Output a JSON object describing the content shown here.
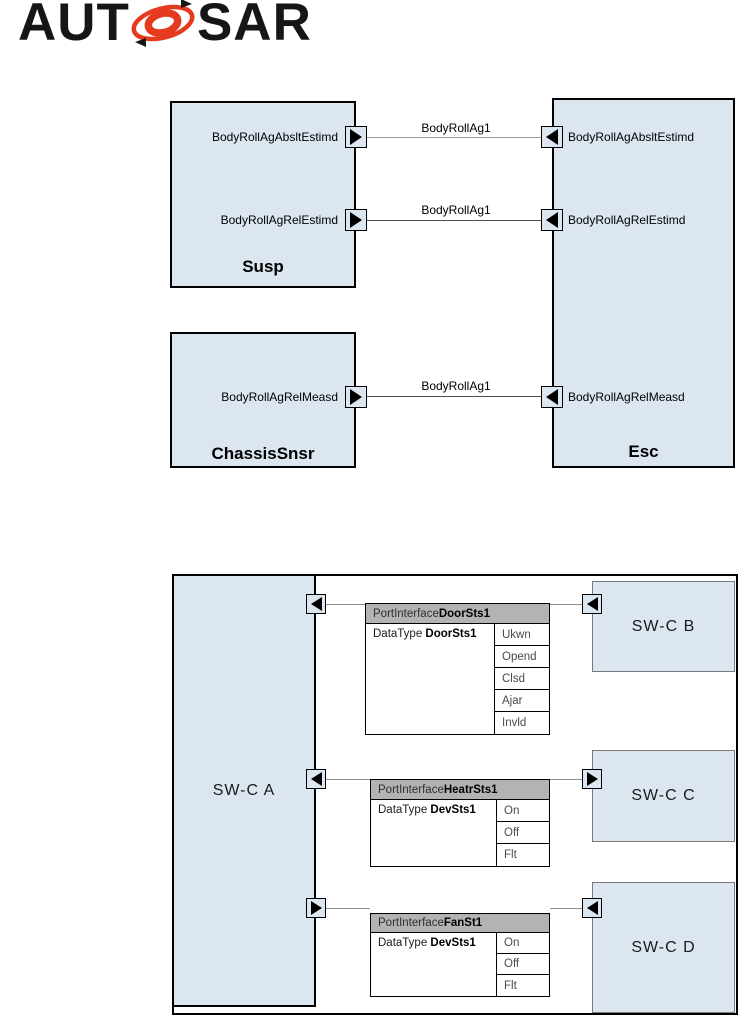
{
  "logo": {
    "left_text": "AUT",
    "right_text": "SAR",
    "o_icon": "autosar-swirl-o",
    "red": "#e63a1f",
    "black": "#161616"
  },
  "colors": {
    "component_fill": "#dce6f1",
    "table_header_fill": "#b3b3b3",
    "border_black": "#000000",
    "border_gray": "#7a7a7a",
    "connector_gray": "#8c8c8c"
  },
  "top_diagram": {
    "components": {
      "susp": {
        "label": "Susp",
        "ports": [
          {
            "label": "BodyRollAgAbsltEstimd",
            "direction": "provide"
          },
          {
            "label": "BodyRollAgRelEstimd",
            "direction": "provide"
          }
        ]
      },
      "chassis": {
        "label": "ChassisSnsr",
        "ports": [
          {
            "label": "BodyRollAgRelMeasd",
            "direction": "provide"
          }
        ]
      },
      "esc": {
        "label": "Esc",
        "ports": [
          {
            "label": "BodyRollAgAbsltEstimd",
            "direction": "require"
          },
          {
            "label": "BodyRollAgRelEstimd",
            "direction": "require"
          },
          {
            "label": "BodyRollAgRelMeasd",
            "direction": "require"
          }
        ]
      }
    },
    "connections": [
      {
        "label": "BodyRollAg1"
      },
      {
        "label": "BodyRollAg1"
      },
      {
        "label": "BodyRollAg1"
      }
    ]
  },
  "bottom_diagram": {
    "components": {
      "a": {
        "label": "SW-C A"
      },
      "b": {
        "label": "SW-C B"
      },
      "c": {
        "label": "SW-C C"
      },
      "d": {
        "label": "SW-C D"
      }
    },
    "interfaces": [
      {
        "title_prefix": "PortInterface ",
        "title_name": "DoorSts1",
        "datatype_prefix": "DataType ",
        "datatype_name": "DoorSts1",
        "values": [
          "Ukwn",
          "Opend",
          "Clsd",
          "Ajar",
          "Invld"
        ]
      },
      {
        "title_prefix": "PortInterface ",
        "title_name": "HeatrSts1",
        "datatype_prefix": "DataType ",
        "datatype_name": "DevSts1",
        "values": [
          "On",
          "Off",
          "Flt"
        ]
      },
      {
        "title_prefix": "PortInterface ",
        "title_name": "FanSt1",
        "datatype_prefix": "DataType ",
        "datatype_name": "DevSts1",
        "values": [
          "On",
          "Off",
          "Flt"
        ]
      }
    ]
  }
}
